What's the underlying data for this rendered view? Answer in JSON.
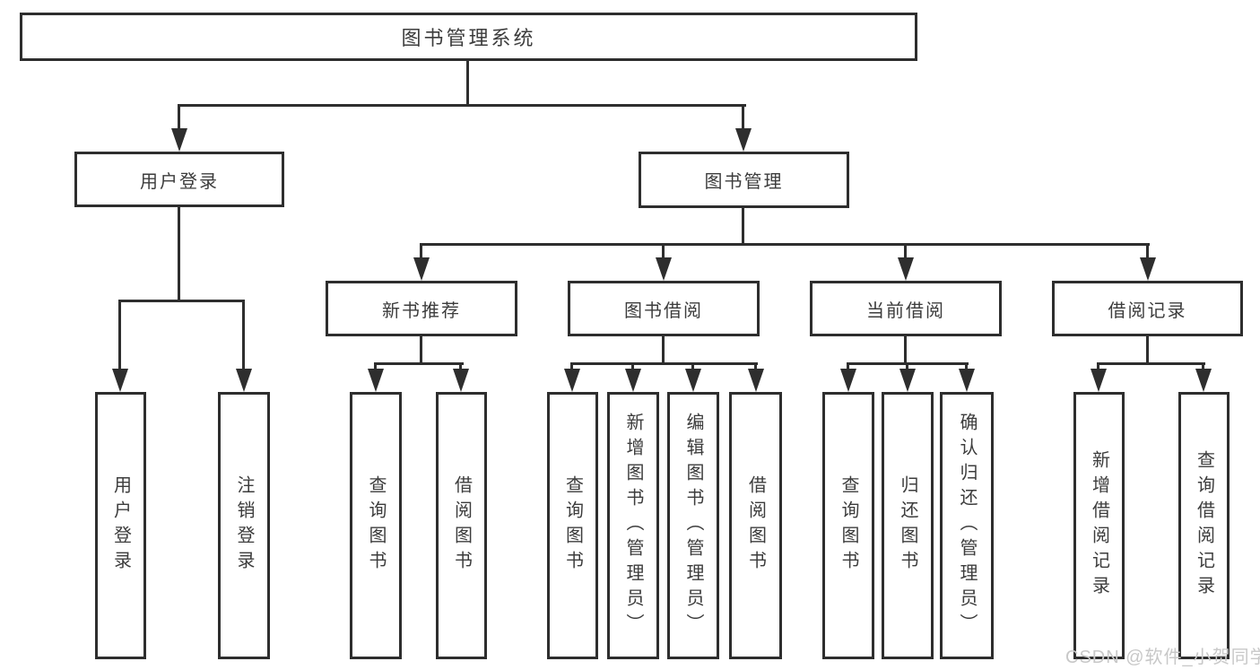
{
  "nodes": {
    "root": "图书管理系统",
    "userLogin": "用户登录",
    "bookMgmt": "图书管理",
    "newRec": "新书推荐",
    "bookBorrow": "图书借阅",
    "currentBorrow": "当前借阅",
    "borrowRecord": "借阅记录"
  },
  "leaves": {
    "ul1": "用户登录",
    "ul2": "注销登录",
    "nr1": "查询图书",
    "nr2": "借阅图书",
    "bb1": "查询图书",
    "bb2": "新增图书（管理员）",
    "bb3": "编辑图书（管理员）",
    "bb4": "借阅图书",
    "cb1": "查询图书",
    "cb2": "归还图书",
    "cb3": "确认归还（管理员）",
    "br1": "新增借阅记录",
    "br2": "查询借阅记录"
  },
  "watermark": "CSDN @软件_小贺同学",
  "colors": {
    "line": "#2e2e2e",
    "text": "#3c3c3c",
    "watermark": "#c8c8c8"
  }
}
